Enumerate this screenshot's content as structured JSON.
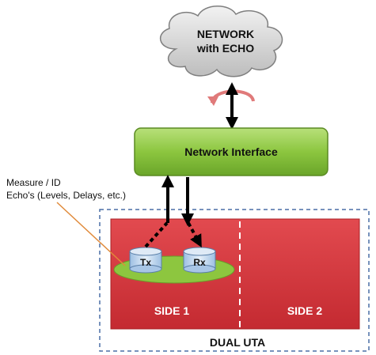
{
  "cloud": {
    "line1": "NETWORK",
    "line2": "with ECHO"
  },
  "network_interface": {
    "label": "Network Interface"
  },
  "measure": {
    "line1": "Measure / ID",
    "line2": "Echo's (Levels, Delays, etc.)"
  },
  "cylinders": {
    "tx": "Tx",
    "rx": "Rx"
  },
  "sides": {
    "side1": "SIDE 1",
    "side2": "SIDE 2"
  },
  "uta": {
    "label": "DUAL UTA"
  },
  "colors": {
    "side_red": "#d3333a",
    "interface_green": "#8cc63f",
    "cloud_gray": "#d9d9d9",
    "ellipse_green": "#8dc63f",
    "cylinder_blue": "#bcd6ee",
    "dashed_border": "#4a6fa5",
    "echo_arrow": "#e07a7a",
    "leader_line": "#e08a3a"
  }
}
